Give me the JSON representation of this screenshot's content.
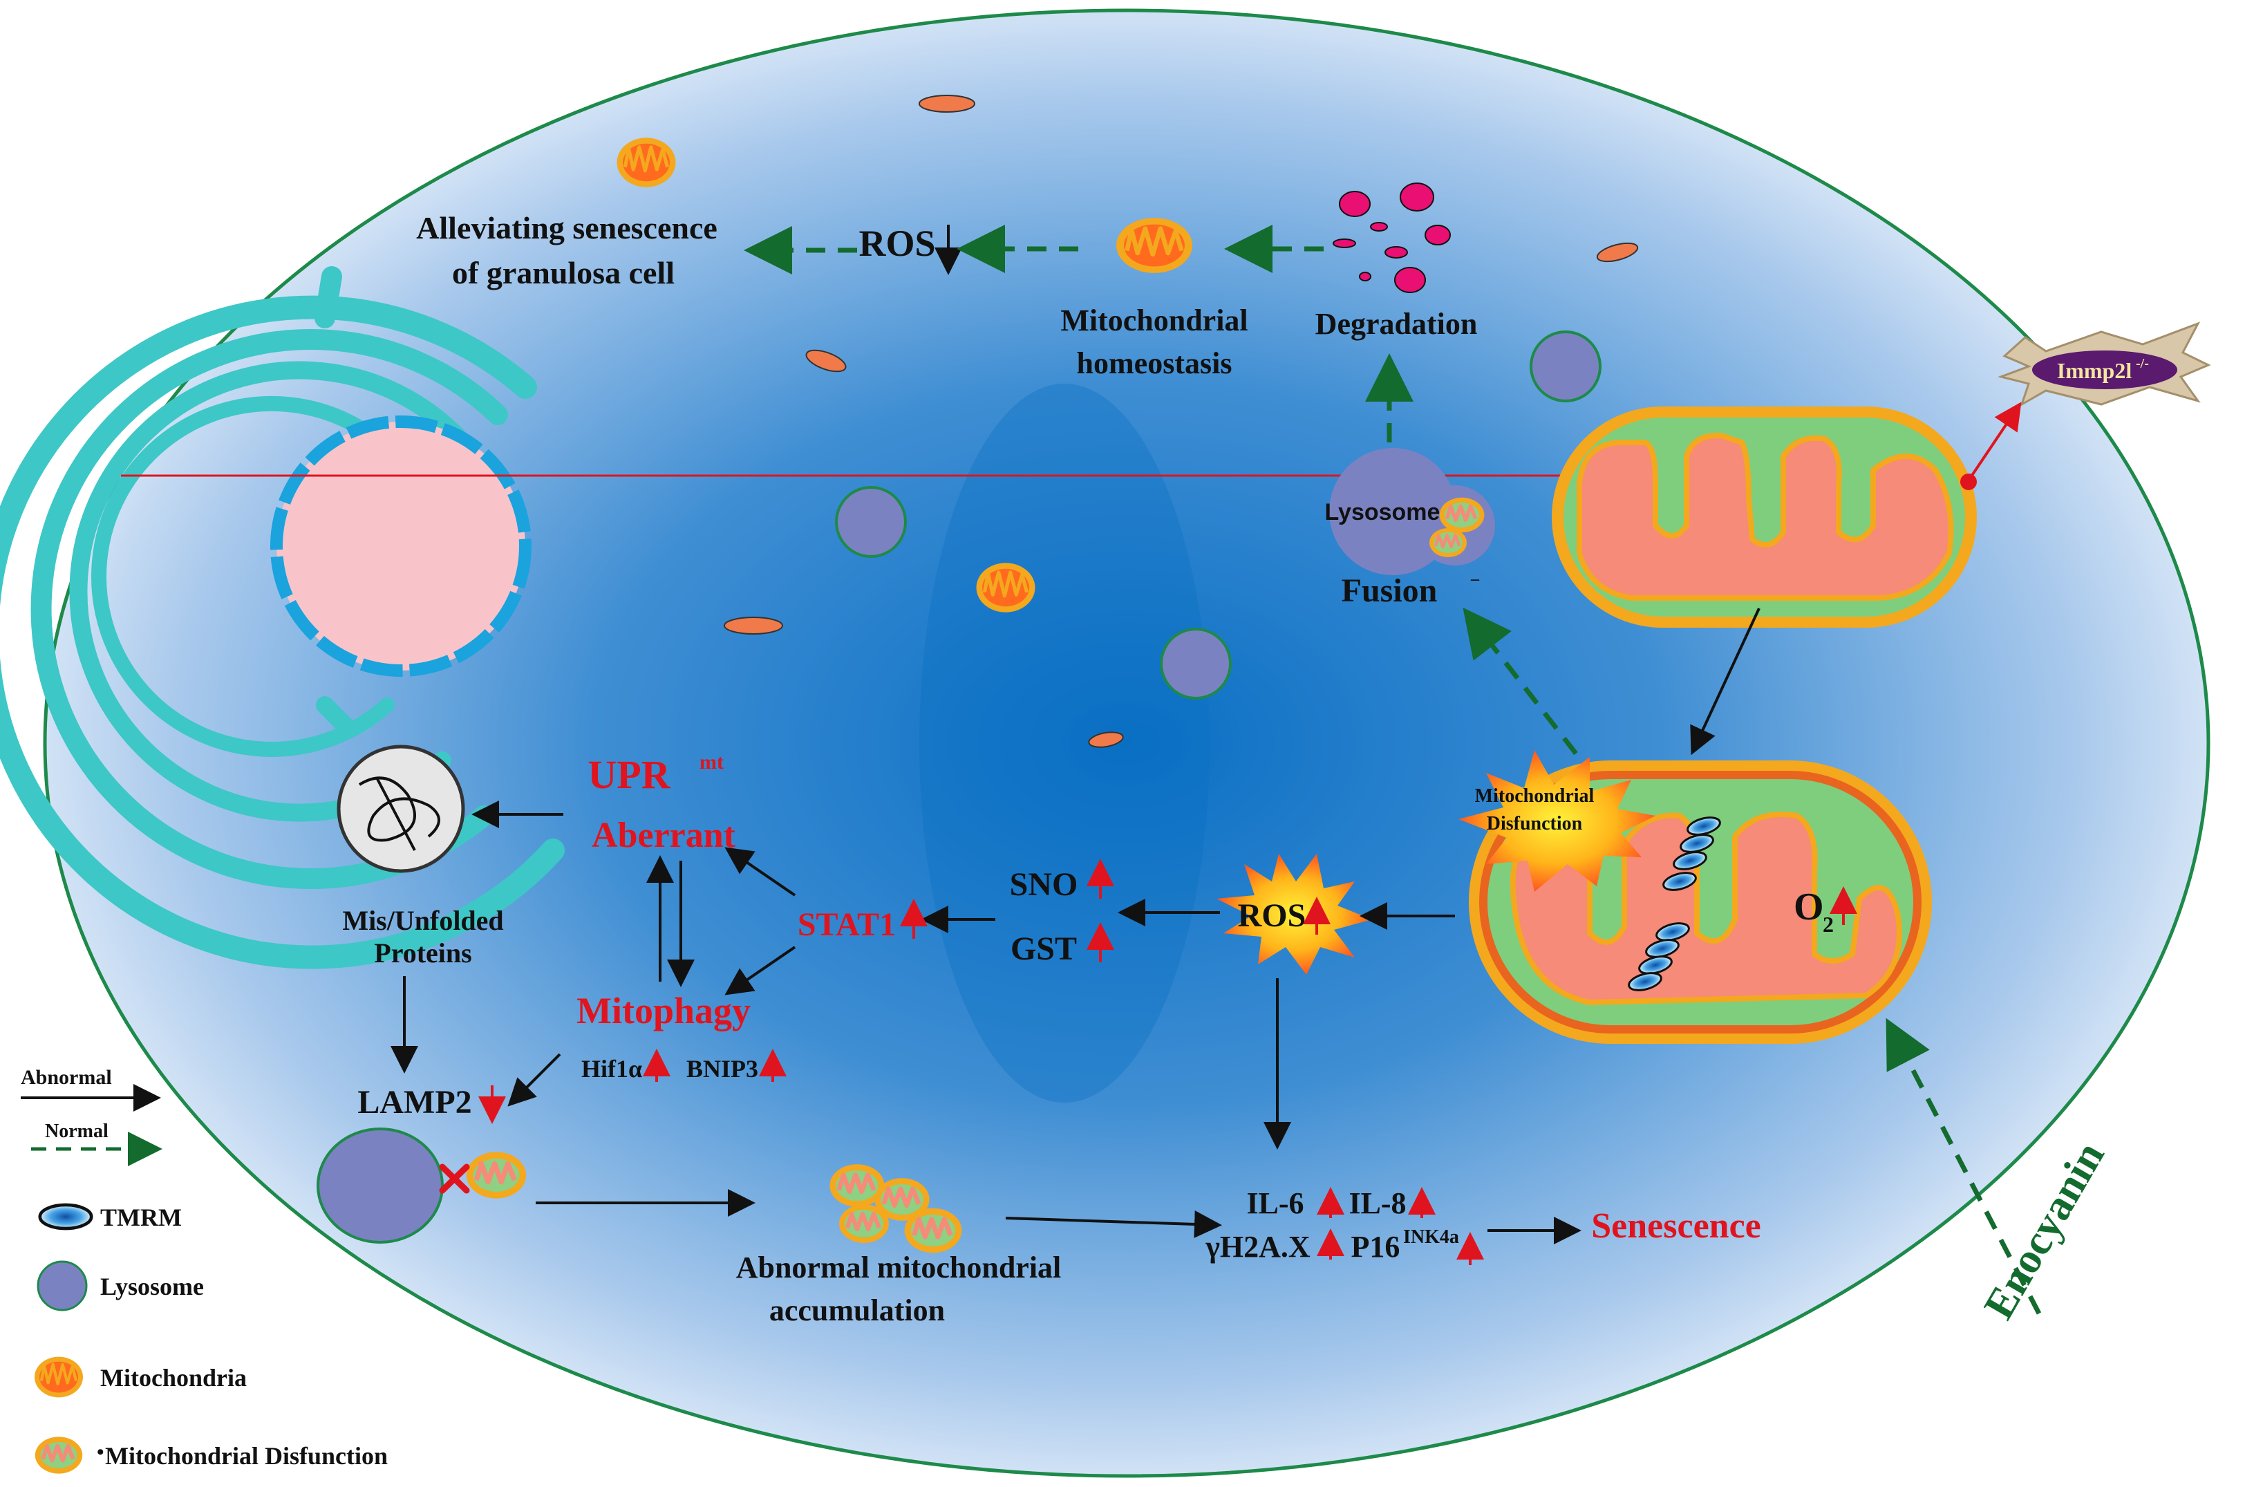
{
  "colors": {
    "cell_border": "#1d8a4a",
    "er": "#3ec7c7",
    "nucleus": "#f8c4c9",
    "nuclear_envelope": "#1aa3dd",
    "lysosome": "#7b82c2",
    "mito_outer": "#f4a81e",
    "mito_inner": "#ff5a1f",
    "dysfunction_fill": "#7fce7d",
    "dysfunction_matrix": "#f58b78",
    "abnormal_arrow": "#111111",
    "normal_arrow": "#136b2e",
    "highlight_red": "#e0141e",
    "immp2l_badge": "#5a1a6e"
  },
  "top": {
    "alleviating_line1": "Alleviating senescence",
    "alleviating_line2": "of  granulosa cell",
    "ros": "ROS",
    "mito_homeo_line1": "Mitochondrial",
    "mito_homeo_line2": "homeostasis",
    "degradation": "Degradation"
  },
  "fusion": {
    "lysosome_label": "Lysosome",
    "fusion_label": "Fusion",
    "dash_mark": "–"
  },
  "immp2l": {
    "label": "Immp2l",
    "superscript": "-/-"
  },
  "dysfunction_burst": {
    "line1": "Mitochondrial",
    "line2": "Disfunction"
  },
  "o2": {
    "label": "O",
    "subscript": "2"
  },
  "ros_burst": {
    "label": "ROS"
  },
  "sno_gst": {
    "sno": "SNO",
    "gst": "GST"
  },
  "stat1": {
    "label": "STAT1"
  },
  "upr": {
    "label": "UPR",
    "superscript": "mt",
    "aberrant": "Aberrant"
  },
  "mitophagy": {
    "label": "Mitophagy",
    "hif": "Hif1α",
    "bnip": "BNIP3"
  },
  "proteins": {
    "line1": "Mis/Unfolded",
    "line2": "Proteins"
  },
  "lamp2": {
    "label": "LAMP2"
  },
  "accumulation": {
    "line1": "Abnormal mitochondrial",
    "line2": "accumulation"
  },
  "markers": {
    "il6": "IL-6",
    "il8": "IL-8",
    "h2ax": "γH2A.X",
    "p16": "P16",
    "p16_sup": "INK4a"
  },
  "senescence": "Senescence",
  "enocyanin": "Enocyanin",
  "legend": {
    "abnormal": "Abnormal",
    "normal": "Normal",
    "tmrm": "TMRM",
    "lysosome": "Lysosome",
    "mitochondria": "Mitochondria",
    "mito_dysfunction": "Mitochondrial Disfunction",
    "dysfunction_mark": "•"
  }
}
